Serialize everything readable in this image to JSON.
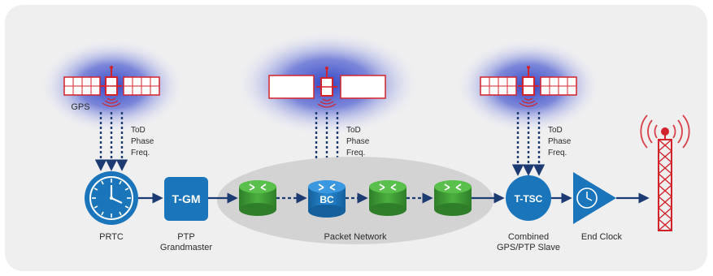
{
  "satellites": [
    {
      "label": "GPS",
      "signals": [
        "ToD",
        "Phase",
        "Freq."
      ]
    },
    {
      "label": "",
      "signals": [
        "ToD",
        "Phase",
        "Freq."
      ]
    },
    {
      "label": "",
      "signals": [
        "ToD",
        "Phase",
        "Freq."
      ]
    }
  ],
  "nodes": {
    "prtc": {
      "label": "PRTC"
    },
    "tgm": {
      "box_text": "T-GM",
      "label_line1": "PTP",
      "label_line2": "Grandmaster"
    },
    "bc": {
      "box_text": "BC"
    },
    "tsc": {
      "box_text": "T-TSC",
      "label_line1": "Combined",
      "label_line2": "GPS/PTP Slave"
    },
    "end_clock": {
      "label": "End Clock"
    }
  },
  "network": {
    "label": "Packet Network"
  },
  "colors": {
    "node_blue": "#1b75bb",
    "router_green": "#3c9b35",
    "arrow_navy": "#1d3b73",
    "satellite_red": "#d3232a",
    "glow_blue": "#2a3ec2",
    "tower_red": "#d3232a"
  }
}
